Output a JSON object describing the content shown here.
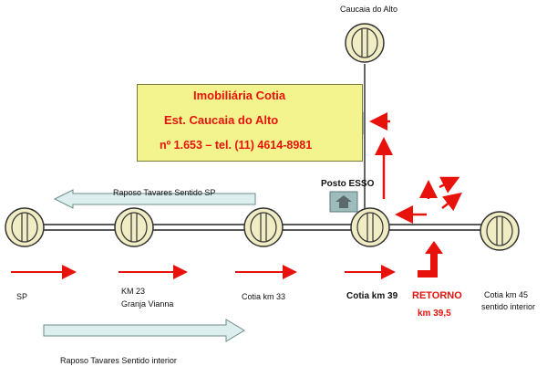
{
  "header": {
    "top_label": "Caucaia do Alto"
  },
  "sign": {
    "line1": "Imobiliária Cotia",
    "line2": "Est. Caucaia do Alto",
    "line3": "nº 1.653 – tel. (11) 4614-8981"
  },
  "posto_label": "Posto ESSO",
  "road_labels": {
    "top": "Raposo Tavares Sentido  SP",
    "bottom": "Raposo Tavares  Sentido interior"
  },
  "places": {
    "sp": "SP",
    "km23_a": "KM 23",
    "km23_b": "Granja Vianna",
    "km33": "Cotia  km 33",
    "km39": "Cotia km 39",
    "km45_a": "Cotia km 45",
    "km45_b": "sentido interior"
  },
  "retorno": {
    "line1": "RETORNO",
    "line2": "km 39,5"
  },
  "colors": {
    "arrow_red": "#e8120c",
    "road_arrow": "#dcefee",
    "sign_bg": "#f4f48e",
    "road_sign": "#f0ecc4"
  }
}
